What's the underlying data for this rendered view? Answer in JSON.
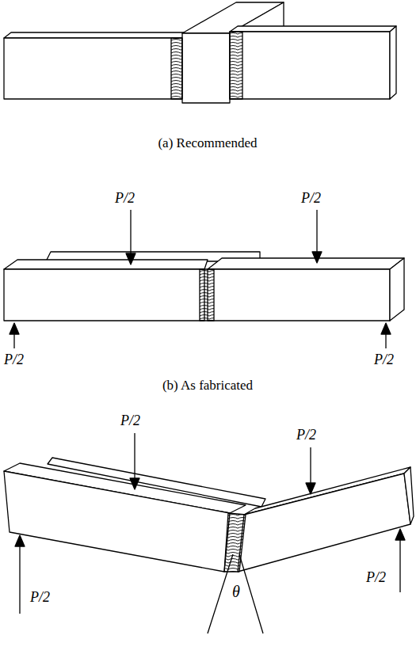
{
  "diagram": {
    "labels": [
      "(a) Recommended",
      "P/2",
      "P/2",
      "P/2",
      "P/2",
      "(b) As fabricated",
      "P/2",
      "P/2",
      "P/2",
      "P/2",
      "θ"
    ]
  }
}
